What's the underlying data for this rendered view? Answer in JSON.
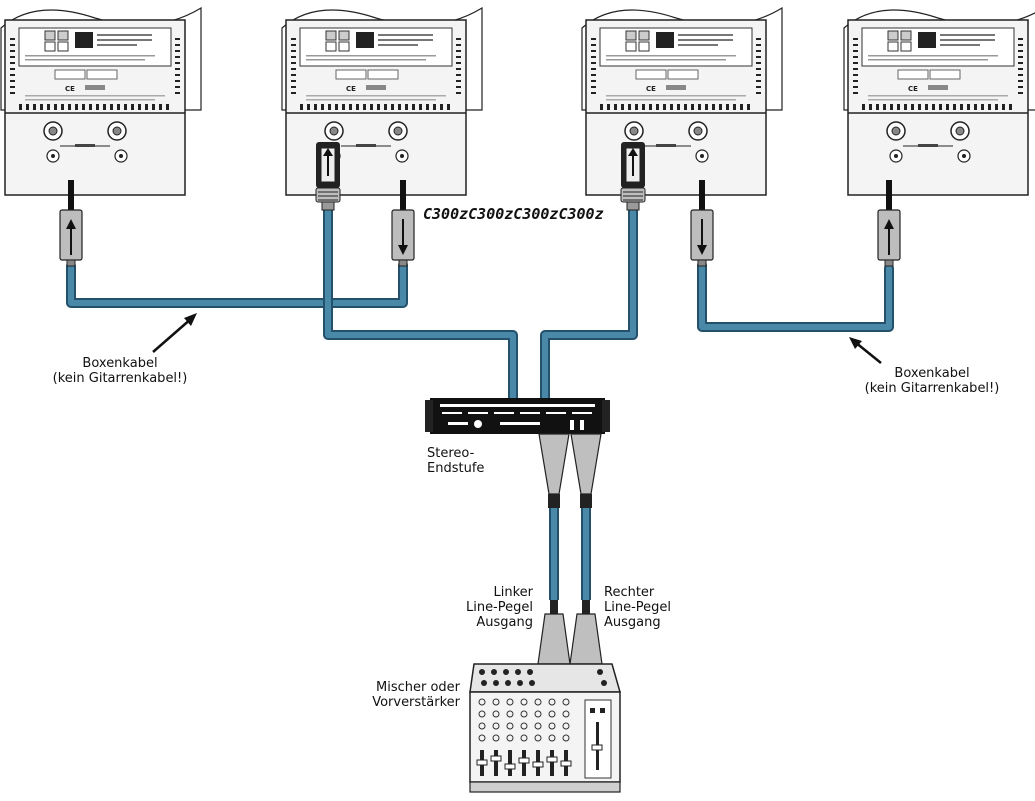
{
  "speaker_model_label": "C300zC300zC300zC300z",
  "cable_label_left": {
    "line1": "Boxenkabel",
    "line2": "(kein Gitarrenkabel!)"
  },
  "cable_label_right": {
    "line1": "Boxenkabel",
    "line2": "(kein Gitarrenkabel!)"
  },
  "amp_label": {
    "line1": "Stereo-",
    "line2": "Endstufe"
  },
  "left_output_label": {
    "line1": "Linker",
    "line2": "Line-Pegel",
    "line3": "Ausgang"
  },
  "right_output_label": {
    "line1": "Rechter",
    "line2": "Line-Pegel",
    "line3": "Ausgang"
  },
  "mixer_label": {
    "line1": "Mischer oder",
    "line2": "Vorverstärker"
  },
  "colors": {
    "cable": "#4a88a8",
    "cable_outline": "#23506a",
    "panel": "#f2f2f2",
    "plug": "#bdbdbd"
  }
}
